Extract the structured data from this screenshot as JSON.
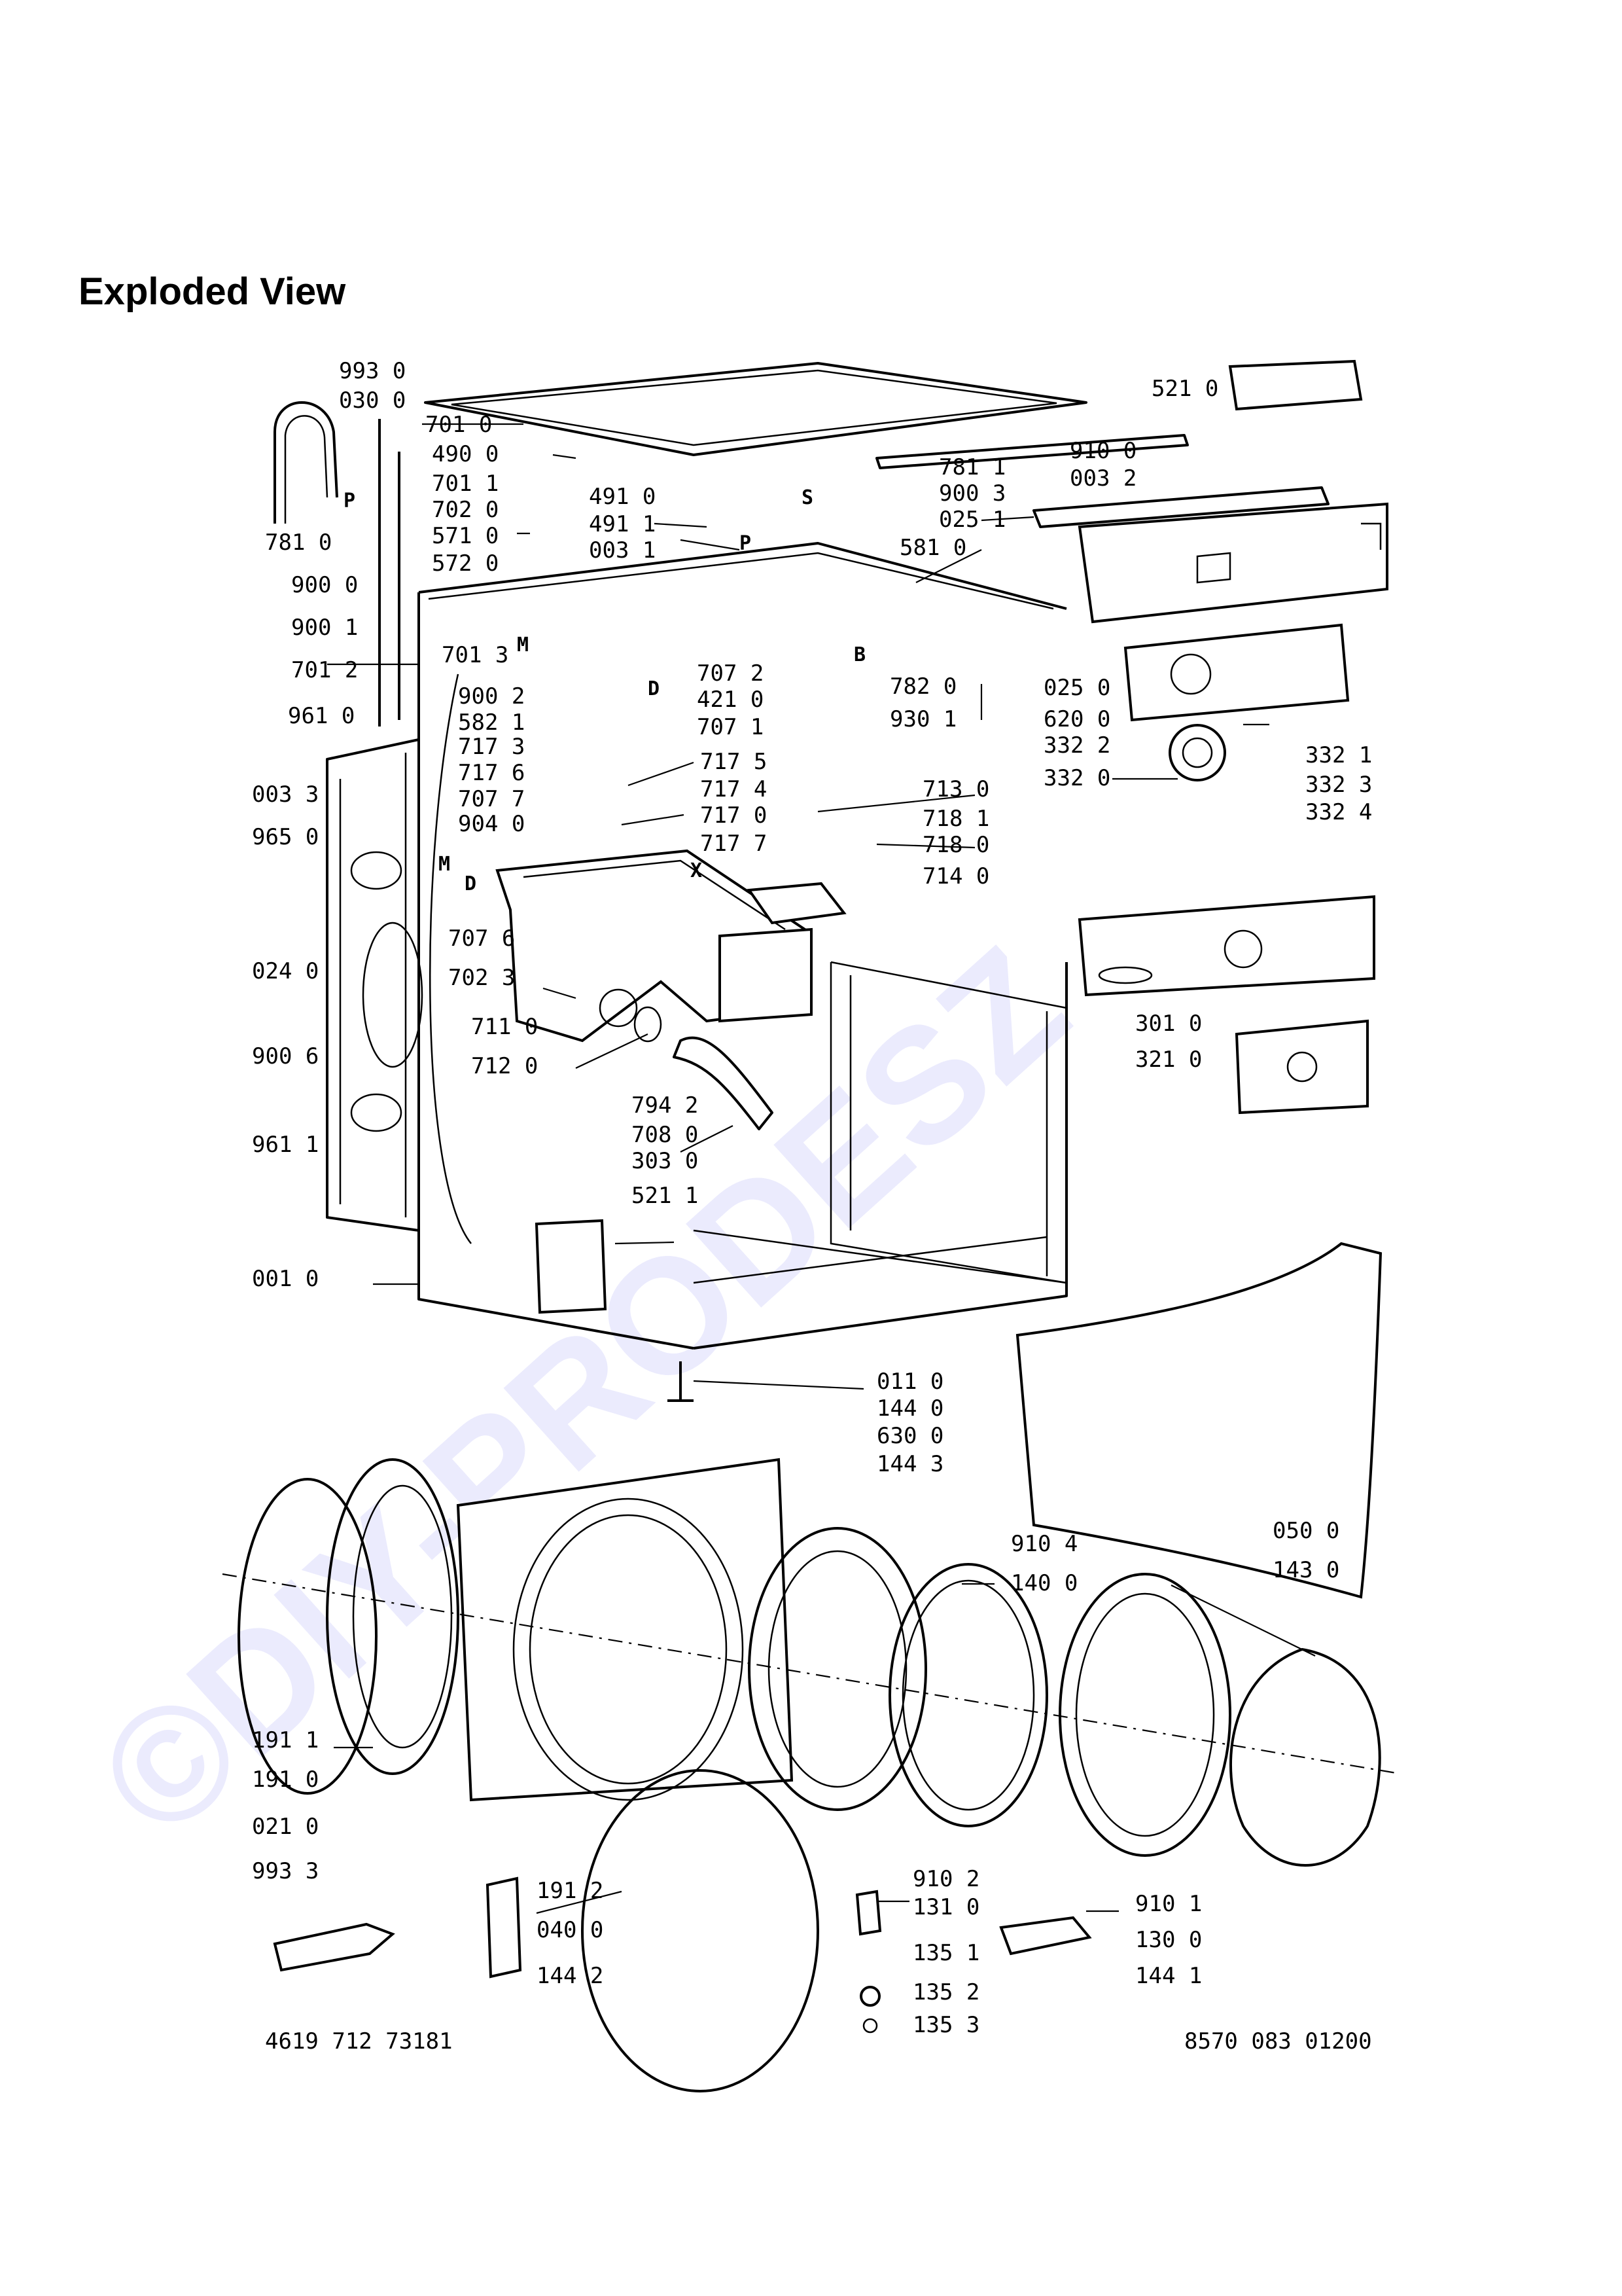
{
  "title": "Exploded View",
  "watermark": "©DIY-PRODESZ",
  "footer": {
    "left_code": "4619 712 73181",
    "right_code": "8570 083 01200"
  },
  "callouts": {
    "c_993_0": "993 0",
    "c_030_0": "030 0",
    "c_701_0": "701 0",
    "c_490_0": "490 0",
    "c_701_1": "701 1",
    "c_702_0": "702 0",
    "c_571_0": "571 0",
    "c_572_0": "572 0",
    "c_781_0": "781 0",
    "c_900_0": "900 0",
    "c_900_1": "900 1",
    "c_701_2": "701 2",
    "c_701_3": "701 3",
    "c_961_0": "961 0",
    "c_003_3": "003 3",
    "c_965_0": "965 0",
    "c_024_0": "024 0",
    "c_900_6": "900 6",
    "c_961_1": "961 1",
    "c_001_0": "001 0",
    "c_491_0": "491 0",
    "c_491_1": "491 1",
    "c_003_1": "003 1",
    "c_521_0": "521 0",
    "c_910_0": "910 0",
    "c_003_2": "003 2",
    "c_781_1": "781 1",
    "c_900_3": "900 3",
    "c_025_1": "025 1",
    "c_581_0": "581 0",
    "c_707_2": "707 2",
    "c_421_0": "421 0",
    "c_707_1": "707 1",
    "c_900_2": "900 2",
    "c_582_1": "582 1",
    "c_717_3": "717 3",
    "c_717_6": "717 6",
    "c_707_7": "707 7",
    "c_904_0": "904 0",
    "c_782_0": "782 0",
    "c_930_1": "930 1",
    "c_025_0": "025 0",
    "c_620_0": "620 0",
    "c_332_2": "332 2",
    "c_332_0": "332 0",
    "c_332_1": "332 1",
    "c_332_3": "332 3",
    "c_332_4": "332 4",
    "c_717_5": "717 5",
    "c_717_4": "717 4",
    "c_717_0": "717 0",
    "c_717_7": "717 7",
    "c_713_0": "713 0",
    "c_718_1": "718 1",
    "c_718_0": "718 0",
    "c_714_0": "714 0",
    "c_707_6": "707 6",
    "c_702_3": "702 3",
    "c_711_0": "711 0",
    "c_712_0": "712 0",
    "c_794_2": "794 2",
    "c_708_0": "708 0",
    "c_303_0": "303 0",
    "c_521_1": "521 1",
    "c_301_0": "301 0",
    "c_321_0": "321 0",
    "c_011_0": "011 0",
    "c_144_0": "144 0",
    "c_630_0": "630 0",
    "c_144_3": "144 3",
    "c_050_0": "050 0",
    "c_143_0": "143 0",
    "c_910_4": "910 4",
    "c_140_0": "140 0",
    "c_191_1": "191 1",
    "c_191_0": "191 0",
    "c_021_0": "021 0",
    "c_993_3": "993 3",
    "c_191_2": "191 2",
    "c_040_0": "040 0",
    "c_144_2": "144 2",
    "c_910_2": "910 2",
    "c_131_0": "131 0",
    "c_135_1": "135 1",
    "c_135_2": "135 2",
    "c_135_3": "135 3",
    "c_910_1": "910 1",
    "c_130_0": "130 0",
    "c_144_1": "144 1"
  },
  "letters": {
    "p1": "P",
    "p2": "P",
    "m1": "M",
    "m2": "M",
    "d1": "D",
    "d2": "D",
    "s": "S",
    "b": "B",
    "x": "X"
  }
}
